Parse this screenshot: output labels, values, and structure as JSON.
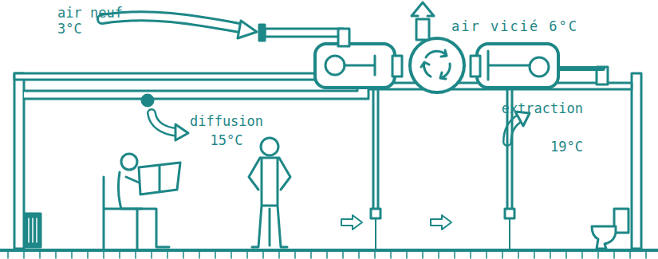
{
  "diagram": {
    "labels": [
      "air neuf 3°C",
      "air vicié 6°C",
      "diffusion 15°C",
      "extraction 19°C"
    ]
  }
}
